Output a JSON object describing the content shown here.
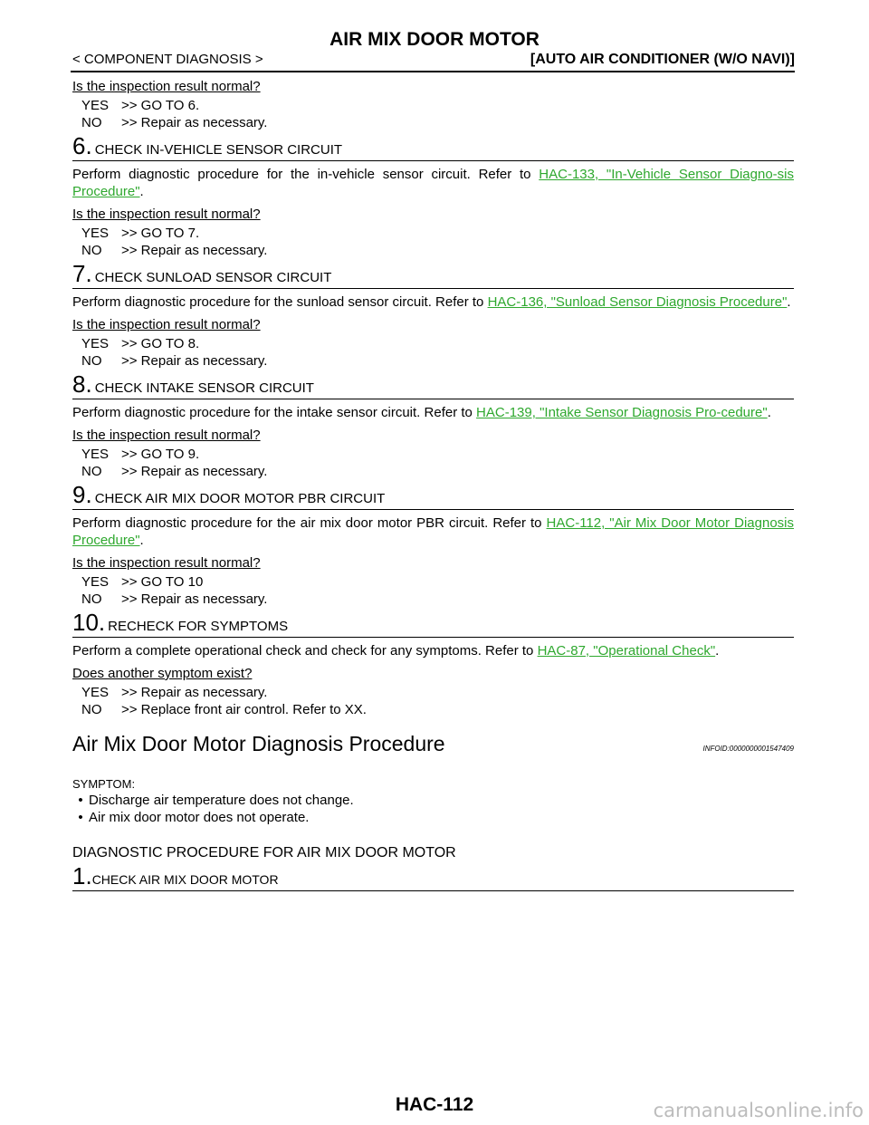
{
  "header": {
    "title": "AIR MIX DOOR MOTOR",
    "left": "< COMPONENT DIAGNOSIS >",
    "right": "[AUTO AIR CONDITIONER (W/O NAVI)]"
  },
  "intro": {
    "question": "Is the inspection result normal?",
    "yes": "YES",
    "yes_text": ">> GO TO 6.",
    "no": "NO",
    "no_text": ">> Repair as necessary."
  },
  "steps": [
    {
      "num": "6.",
      "title": "CHECK IN-VEHICLE SENSOR CIRCUIT",
      "text": "Perform diagnostic procedure for the in-vehicle sensor circuit. Refer to ",
      "link": "HAC-133, \"In-Vehicle Sensor Diagno-sis Procedure\"",
      "suffix": ".",
      "question": "Is the inspection result normal?",
      "yes": "YES",
      "yes_text": ">> GO TO 7.",
      "no": "NO",
      "no_text": ">> Repair as necessary."
    },
    {
      "num": "7.",
      "title": "CHECK SUNLOAD SENSOR CIRCUIT",
      "text": "Perform diagnostic procedure for the sunload sensor circuit. Refer to ",
      "link": "HAC-136, \"Sunload Sensor Diagnosis Procedure\"",
      "suffix": ".",
      "question": "Is the inspection result normal?",
      "yes": "YES",
      "yes_text": ">> GO TO 8.",
      "no": "NO",
      "no_text": ">> Repair as necessary."
    },
    {
      "num": "8.",
      "title": "CHECK INTAKE SENSOR CIRCUIT",
      "text": "Perform diagnostic procedure for the intake sensor circuit. Refer to ",
      "link": "HAC-139, \"Intake Sensor Diagnosis Pro-cedure\"",
      "suffix": ".",
      "question": "Is the inspection result normal?",
      "yes": "YES",
      "yes_text": ">> GO TO 9.",
      "no": "NO",
      "no_text": ">> Repair as necessary."
    },
    {
      "num": "9.",
      "title": "CHECK AIR MIX DOOR MOTOR PBR CIRCUIT",
      "text": "Perform diagnostic procedure for the air mix door motor PBR circuit. Refer to ",
      "link": "HAC-112, \"Air Mix Door Motor Diagnosis Procedure\"",
      "suffix": ".",
      "question": "Is the inspection result normal?",
      "yes": "YES",
      "yes_text": ">> GO TO 10",
      "no": "NO",
      "no_text": ">> Repair as necessary."
    },
    {
      "num": "10.",
      "title": "RECHECK FOR SYMPTOMS",
      "text": "Perform a complete operational check and check for any symptoms. Refer to ",
      "link": "HAC-87, \"Operational Check\"",
      "suffix": ".",
      "question": "Does another symptom exist?",
      "yes": "YES",
      "yes_text": ">> Repair as necessary.",
      "no": "NO",
      "no_text": ">> Replace front air control. Refer to XX."
    }
  ],
  "section": {
    "title": "Air Mix Door Motor Diagnosis Procedure",
    "infoid": "INFOID:0000000001547409",
    "symptom_label": "SYMPTOM:",
    "bullets": [
      "Discharge air temperature does not change.",
      "Air mix door motor does not operate."
    ],
    "subheading": "DIAGNOSTIC PROCEDURE FOR AIR MIX DOOR MOTOR",
    "step1_num": "1.",
    "step1_title": "CHECK AIR MIX DOOR MOTOR"
  },
  "footer": {
    "page": "HAC-112",
    "watermark": "carmanualsonline.info"
  },
  "colors": {
    "link": "#2ea82e"
  }
}
